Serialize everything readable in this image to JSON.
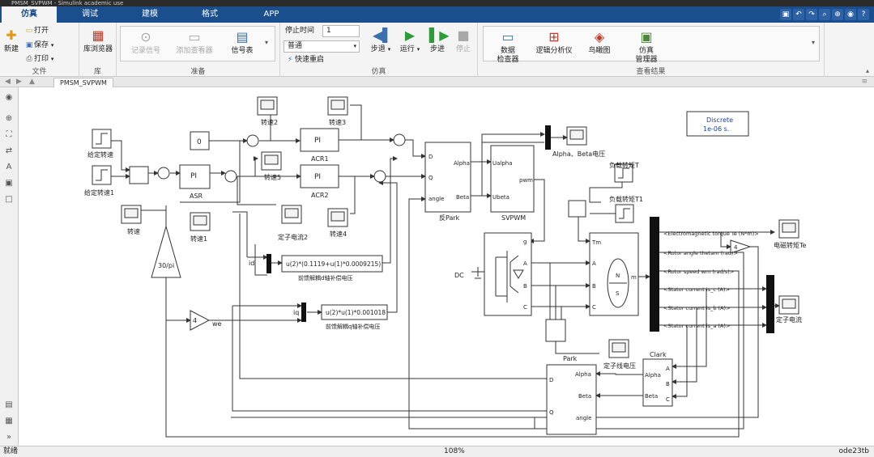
{
  "window": {
    "title": "PMSM_SVPWM - Simulink academic use"
  },
  "tabs": [
    {
      "label": "仿真",
      "active": true
    },
    {
      "label": "调试",
      "active": false
    },
    {
      "label": "建模",
      "active": false
    },
    {
      "label": "格式",
      "active": false
    },
    {
      "label": "APP",
      "active": false
    }
  ],
  "quick_access": [
    "save-icon",
    "undo-icon",
    "redo-icon",
    "search-icon",
    "zoom-icon",
    "info-icon",
    "help-icon"
  ],
  "ribbon": {
    "file": {
      "new": "新建",
      "open": "打开",
      "save": "保存",
      "print": "打印",
      "group": "文件"
    },
    "library": {
      "browser": "库浏览器",
      "group": "库"
    },
    "prepare": {
      "log_signal": "记录信号",
      "add_viewer": "添加查看器",
      "signal_table": "信号表",
      "group": "准备"
    },
    "simulate": {
      "stop_time_label": "停止时间",
      "stop_time_value": "1",
      "mode_value": "普通",
      "fast_restart": "快速重启",
      "step_back": "步退",
      "run": "运行",
      "step_forward": "步进",
      "stop": "停止",
      "group": "仿真"
    },
    "review": {
      "data_inspector": "数据",
      "data_inspector_2": "检查器",
      "logic_analyzer": "逻辑分析仪",
      "bird_view": "鸟瞰图",
      "sim_manager": "仿真",
      "sim_manager_2": "管理器",
      "group": "查看结果"
    }
  },
  "model_tab": "PMSM_SVPWM",
  "diagram": {
    "discrete": "Discrete",
    "sample_time": "1e-06 s.",
    "given_speed": "给定转速",
    "given_speed1": "给定转速1",
    "speed_scope": "转速",
    "speed1_scope": "转速1",
    "speed2_scope": "转速2",
    "speed3_scope": "转速3",
    "speed4_scope": "转速4",
    "speed5_scope": "转速5",
    "pi_label": "PI",
    "asr": "ASR",
    "acr1": "ACR1",
    "acr2": "ACR2",
    "const_zero": "0",
    "gain_30pi": "30/pi",
    "gain_4": "4",
    "gain_4b": "4",
    "we": "we",
    "id": "id",
    "iq": "iq",
    "fcn_d": "u(2)*(0.1119+u(1)*0.0009215)",
    "fcn_d_label": "前馈解耦d轴补偿电压",
    "fcn_q": "u(2)*u(1)*0.001018",
    "fcn_q_label": "前馈解耦q轴补偿电压",
    "stator_current2": "定子电流2",
    "inv_park": "反Park",
    "port_d": "D",
    "port_q": "Q",
    "port_angle": "angle",
    "port_alpha": "Alpha",
    "port_beta": "Beta",
    "svpwm": "SVPWM",
    "port_ualpha": "Ualpha",
    "port_ubeta": "Ubeta",
    "port_pwm": "pwm",
    "alpha_beta_voltage": "Alpha、Beta电压",
    "load_torque": "负载转矩T",
    "load_torque1": "负载转矩T1",
    "dc": "DC",
    "port_g": "g",
    "port_a": "A",
    "port_b": "B",
    "port_c": "C",
    "port_tm": "Tm",
    "port_m": "m",
    "motor_n": "N",
    "motor_s": "S",
    "sig_te": "<Electromagnetic torque Te (N*m)>",
    "sig_theta": "<Rotor angle thetam (rad)>",
    "sig_wm": "<Rotor speed wm (rad/s)>",
    "sig_isc": "<Stator current is_c (A)>",
    "sig_isb": "<Stator current is_b (A)>",
    "sig_isa": "<Stator current is_a (A)>",
    "em_torque_scope": "电磁转矩Te",
    "stator_current_scope": "定子电流",
    "line_voltage_scope": "定子线电压",
    "park": "Park",
    "clark": "Clark",
    "port_qq": "Q",
    "port_dd": "D",
    "port_angle2": "angle"
  },
  "status": {
    "left": "就绪",
    "zoom": "108%",
    "solver": "ode23tb"
  }
}
